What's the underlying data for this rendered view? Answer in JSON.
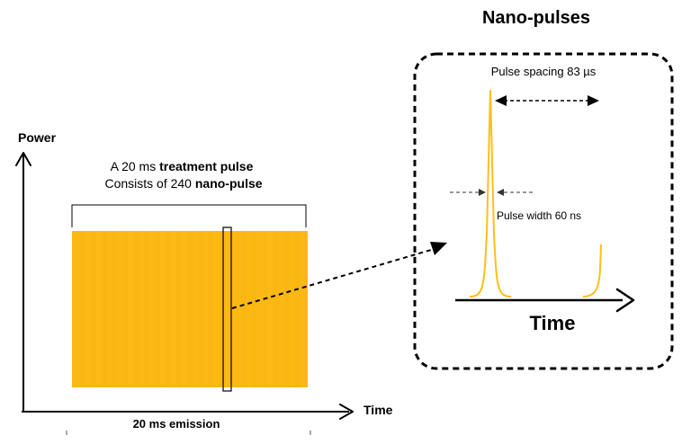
{
  "title": "Nano-pulses",
  "main_axes": {
    "y_label": "Power",
    "x_label": "Time",
    "x_span_label": "20 ms emission"
  },
  "treatment_caption": {
    "line1_prefix": "A 20 ms ",
    "line1_bold": "treatment pulse",
    "line2_prefix": "Consists of 240 ",
    "line2_bold": "nano-pulse"
  },
  "pulse_train": {
    "pulse_count": 240,
    "color_light": "#ffc21a",
    "color_dark": "#f49a00"
  },
  "zoom_panel": {
    "spacing_label": "Pulse spacing 83 µs",
    "width_label": "Pulse width 60 ns",
    "axis_label": "Time",
    "pulse_color": "#ffbe1a"
  },
  "colors": {
    "ink": "#000000",
    "accent": "#ffbe1a"
  }
}
